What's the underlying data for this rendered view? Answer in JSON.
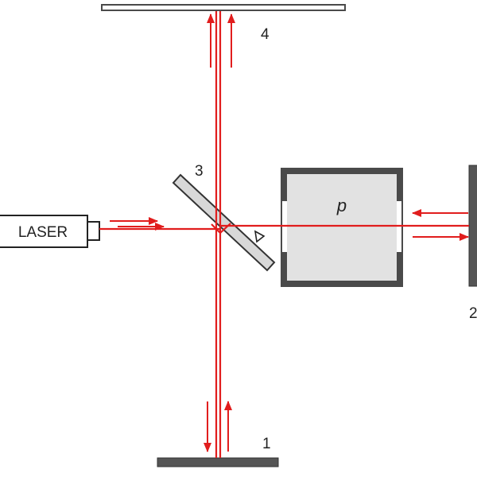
{
  "laser": {
    "label": "LASER"
  },
  "components": [
    {
      "id": "mirror-1",
      "label": "1"
    },
    {
      "id": "mirror-2",
      "label": "2"
    },
    {
      "id": "beam-splitter",
      "label": "3"
    },
    {
      "id": "mirror-4",
      "label": "4"
    }
  ],
  "cell": {
    "label": "p"
  },
  "colors": {
    "beam": "#e11d1d",
    "outline": "#4a4a4a",
    "mirror_dark": "#555555",
    "cell_fill": "#e2e2e2",
    "splitter_fill": "#d8d8d8"
  }
}
